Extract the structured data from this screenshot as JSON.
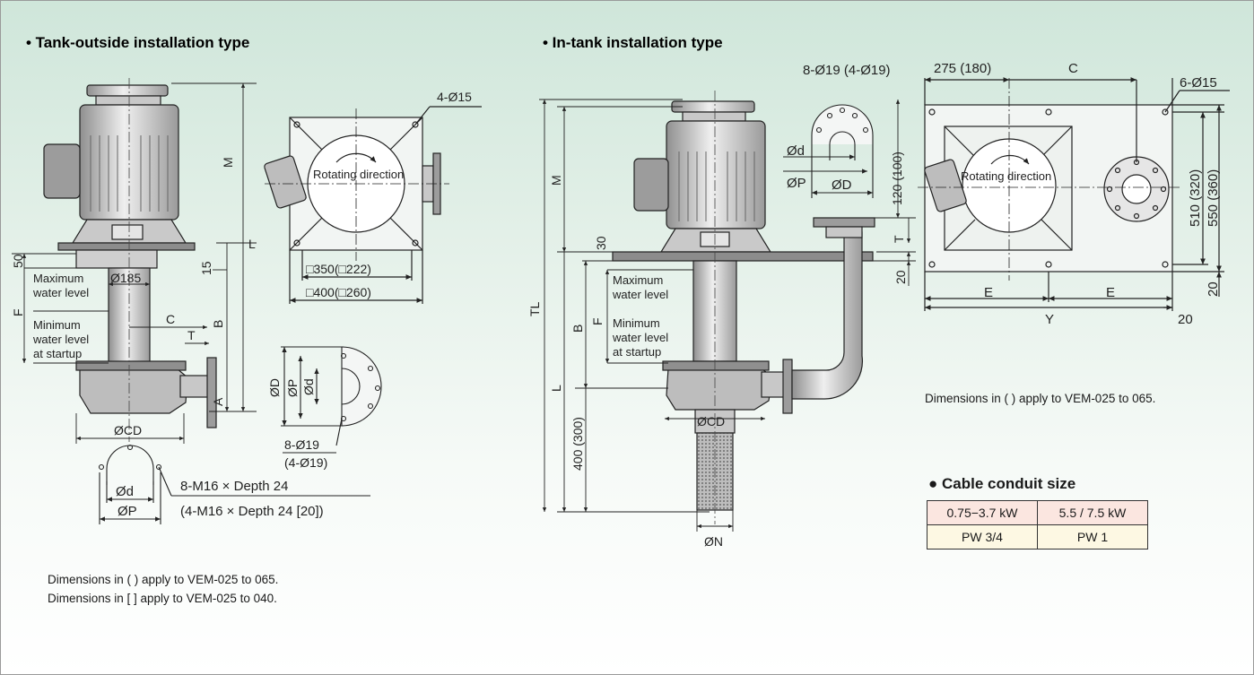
{
  "left_section": {
    "title": "• Tank-outside installation type",
    "labels": {
      "M": "M",
      "L": "L",
      "B": "B",
      "A": "A",
      "F": "F",
      "C": "C",
      "T": "T",
      "dim50": "50",
      "dim15": "15",
      "max_water_1": "Maximum",
      "max_water_2": "water level",
      "min_water_1": "Minimum",
      "min_water_2": "water level",
      "min_water_3": "at startup",
      "dia185": "Ø185",
      "odcd": "ØCD",
      "holes_4_15": "4-Ø15",
      "rotating": "Rotating direction",
      "sq350": "□350(□222)",
      "sq400": "□400(□260)",
      "od": "ØD",
      "op": "ØP",
      "d_small": "Ød",
      "holes_8_19": "8-Ø19",
      "holes_4_19": "(4-Ø19)",
      "d_small_2": "Ød",
      "op_2": "ØP",
      "thread_1": "8-M16 × Depth 24",
      "thread_2": "(4-M16 × Depth 24 [20])"
    },
    "notes": [
      "Dimensions in (   ) apply to VEM-025 to 065.",
      "Dimensions in [   ] apply to VEM-025 to 040."
    ]
  },
  "right_section": {
    "title": "• In-tank installation type",
    "labels": {
      "TL": "TL",
      "M": "M",
      "L": "L",
      "B": "B",
      "F": "F",
      "T": "T",
      "dim30": "30",
      "dim400": "400 (300)",
      "dim120": "120 (100)",
      "dim20a": "20",
      "max_water_1": "Maximum",
      "max_water_2": "water level",
      "min_water_1": "Minimum",
      "min_water_2": "water level",
      "min_water_3": "at startup",
      "ocd": "ØCD",
      "on": "ØN",
      "holes_8_19": "8-Ø19 (4-Ø19)",
      "od_small": "Ød",
      "op": "ØP",
      "od": "ØD",
      "dim275": "275 (180)",
      "C": "C",
      "holes_6_15": "6-Ø15",
      "rotating": "Rotating direction",
      "dim510": "510 (320)",
      "dim550": "550 (360)",
      "dim20b": "20",
      "E1": "E",
      "E2": "E",
      "Y": "Y",
      "dim20c": "20"
    },
    "note": "Dimensions in (   ) apply to VEM-025 to 065."
  },
  "cable": {
    "title": "● Cable conduit size",
    "headers": [
      "0.75−3.7 kW",
      "5.5 / 7.5 kW"
    ],
    "values": [
      "PW 3/4",
      "PW 1"
    ]
  },
  "colors": {
    "line": "#222222",
    "pump_body": "#d9d9d9",
    "pump_dark": "#8c8c8c",
    "background_top": "#cfe6da",
    "cable_header": "#fbe6e0",
    "cable_body": "#fdf8e3"
  }
}
